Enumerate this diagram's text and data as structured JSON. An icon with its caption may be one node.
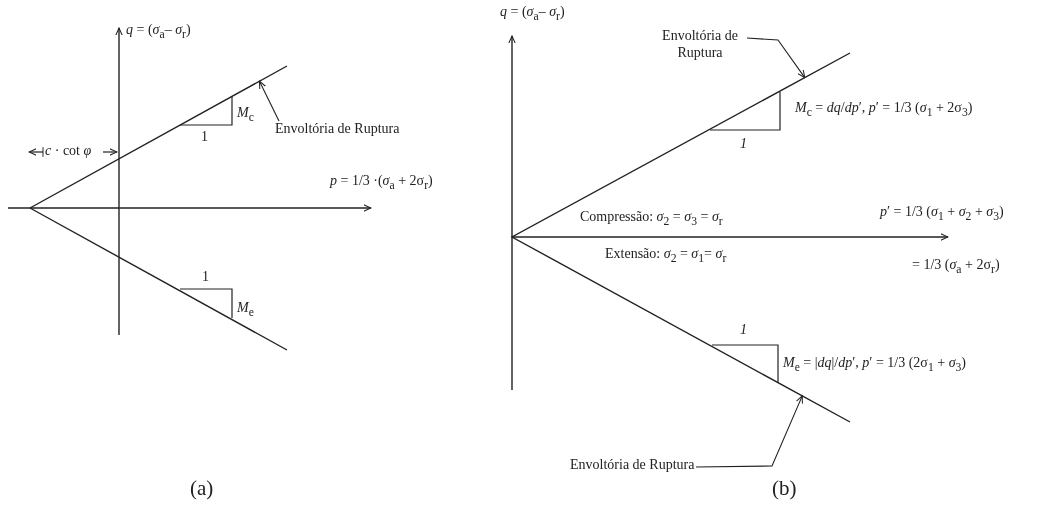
{
  "diagram": {
    "nodes": [
      {
        "text": [
          "Envoltória de Ruptura"
        ]
      },
      {
        "text": [
          "Envoltória de Ruptura"
        ]
      },
      {
        "text": [
          "Envoltória de Ruptura"
        ]
      },
      {
        "text": [],
        "shape": "line"
      },
      {
        "text": [],
        "shape": "line"
      }
    ],
    "edges": [
      {
        "from": 0,
        "to": 3,
        "arrow": "to"
      },
      {
        "from": 1,
        "to": 4,
        "arrow": "to"
      },
      {
        "from": 2,
        "to": 4,
        "arrow": "to"
      }
    ],
    "labels": [
      "*q* = (*σ*$_{a}$– *σ*$_{r}$)",
      "*M*$_{c}$",
      "1",
      "*c* · cot *φ*",
      "*p* = 1/3 ·(*σ*$_{a}$ + 2σ$_{r}$)",
      "1",
      "*M*$_{e}$",
      "(a)",
      "*q* = (*σ*$_{a}$– *σ*$_{r}$)",
      "*M*$_{c}$ = *dq*/*dp*′, *p*′ = 1/3 (*σ*$_{1}$ + 2σ$_{3}$)",
      "*1*",
      "*p*′ = 1/3 (*σ*$_{1}$ + *σ*$_{2}$ + *σ*$_{3}$)",
      "Compressão: *σ*$_{2}$ = *σ*$_{3}$ = *σ*$_{r}$",
      "Extensão: *σ*$_{2}$ = *σ*$_{1}$= *σ*$_{r}$",
      "= 1/3 (*σ*$_{a}$ + 2σ$_{r}$)",
      "*1*",
      "*M*$_{e}$ = |*dq*|/*dp*′, *p*′ = 1/3 (2σ$_{1}$ + *σ*$_{3}$)",
      "(b)"
    ]
  }
}
